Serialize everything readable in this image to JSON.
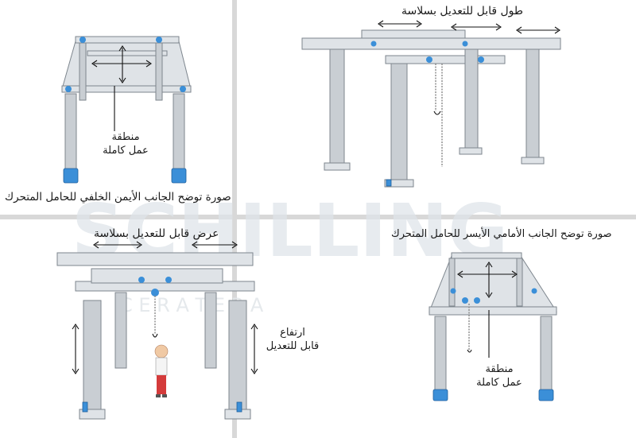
{
  "labels": {
    "top_right_length": "طول قابل للتعديل بسلاسة",
    "top_left_caption": "صورة توضح الجانب الأيمن الخلفي للحامل المتحرك",
    "top_left_zone_line1": "منطقة",
    "top_left_zone_line2": "عمل كاملة",
    "bottom_left_width": "عرض قابل للتعديل بسلاسة",
    "bottom_left_height_line1": "ارتفاع",
    "bottom_left_height_line2": "قابل للتعديل",
    "bottom_right_caption": "صورة توضح الجانب الأمامي الأيسر للحامل المتحرك",
    "bottom_right_zone_line1": "منطقة",
    "bottom_right_zone_line2": "عمل كاملة"
  },
  "watermark": {
    "brand": "SCHILLING",
    "sub": "C E R A T E R A"
  },
  "colors": {
    "accent_blue": "#3b8fd8",
    "metal": "#c9ced3",
    "divider": "#d8d8d8"
  }
}
